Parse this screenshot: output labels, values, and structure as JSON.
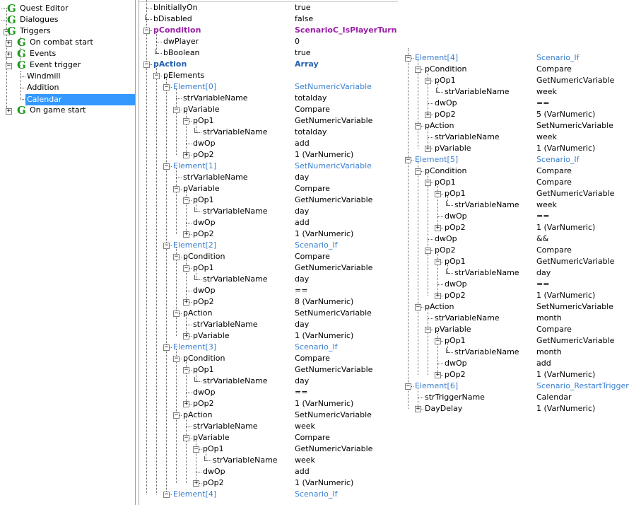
{
  "left_tree": {
    "quest_editor": "Quest Editor",
    "dialogues": "Dialogues",
    "triggers": "Triggers",
    "on_combat_start": "On combat start",
    "events": "Events",
    "event_trigger": "Event trigger",
    "windmill": "Windmill",
    "addition": "Addition",
    "calendar": "Calendar",
    "on_game_start": "On game start"
  },
  "icons": {
    "tree_node": "green-g-icon",
    "expand": "plus-box-icon",
    "collapse": "minus-box-icon"
  },
  "colors": {
    "selection": "#3399ff",
    "element_blue": "#3a7fd0",
    "purple": "#9a1ea6",
    "green": "#1a9a1a"
  },
  "mid_tree": [
    [
      "bInitiallyOn",
      "true"
    ],
    [
      "bDisabled",
      "false"
    ],
    [
      "pCondition",
      "ScenarioC_IsPlayerTurn"
    ],
    [
      "dwPlayer",
      "0"
    ],
    [
      "bBoolean",
      "true"
    ],
    [
      "pAction",
      "Array"
    ],
    [
      "pElements",
      ""
    ],
    [
      "Element[0]",
      "SetNumericVariable"
    ],
    [
      "strVariableName",
      "totalday"
    ],
    [
      "pVariable",
      "Compare"
    ],
    [
      "pOp1",
      "GetNumericVariable"
    ],
    [
      "strVariableName",
      "totalday"
    ],
    [
      "dwOp",
      "add"
    ],
    [
      "pOp2",
      "1 (VarNumeric)"
    ],
    [
      "Element[1]",
      "SetNumericVariable"
    ],
    [
      "strVariableName",
      "day"
    ],
    [
      "pVariable",
      "Compare"
    ],
    [
      "pOp1",
      "GetNumericVariable"
    ],
    [
      "strVariableName",
      "day"
    ],
    [
      "dwOp",
      "add"
    ],
    [
      "pOp2",
      "1 (VarNumeric)"
    ],
    [
      "Element[2]",
      "Scenario_If"
    ],
    [
      "pCondition",
      "Compare"
    ],
    [
      "pOp1",
      "GetNumericVariable"
    ],
    [
      "strVariableName",
      "day"
    ],
    [
      "dwOp",
      "=="
    ],
    [
      "pOp2",
      "8 (VarNumeric)"
    ],
    [
      "pAction",
      "SetNumericVariable"
    ],
    [
      "strVariableName",
      "day"
    ],
    [
      "pVariable",
      "1 (VarNumeric)"
    ],
    [
      "Element[3]",
      "Scenario_If"
    ],
    [
      "pCondition",
      "Compare"
    ],
    [
      "pOp1",
      "GetNumericVariable"
    ],
    [
      "strVariableName",
      "day"
    ],
    [
      "dwOp",
      "=="
    ],
    [
      "pOp2",
      "1 (VarNumeric)"
    ],
    [
      "pAction",
      "SetNumericVariable"
    ],
    [
      "strVariableName",
      "week"
    ],
    [
      "pVariable",
      "Compare"
    ],
    [
      "pOp1",
      "GetNumericVariable"
    ],
    [
      "strVariableName",
      "week"
    ],
    [
      "dwOp",
      "add"
    ],
    [
      "pOp2",
      "1 (VarNumeric)"
    ],
    [
      "Element[4]",
      "Scenario_If"
    ]
  ],
  "right_tree": [
    [
      "Element[4]",
      "Scenario_If"
    ],
    [
      "pCondition",
      "Compare"
    ],
    [
      "pOp1",
      "GetNumericVariable"
    ],
    [
      "strVariableName",
      "week"
    ],
    [
      "dwOp",
      "=="
    ],
    [
      "pOp2",
      "5 (VarNumeric)"
    ],
    [
      "pAction",
      "SetNumericVariable"
    ],
    [
      "strVariableName",
      "week"
    ],
    [
      "pVariable",
      "1 (VarNumeric)"
    ],
    [
      "Element[5]",
      "Scenario_If"
    ],
    [
      "pCondition",
      "Compare"
    ],
    [
      "pOp1",
      "Compare"
    ],
    [
      "pOp1",
      "GetNumericVariable"
    ],
    [
      "strVariableName",
      "week"
    ],
    [
      "dwOp",
      "=="
    ],
    [
      "pOp2",
      "1 (VarNumeric)"
    ],
    [
      "dwOp",
      "&&"
    ],
    [
      "pOp2",
      "Compare"
    ],
    [
      "pOp1",
      "GetNumericVariable"
    ],
    [
      "strVariableName",
      "day"
    ],
    [
      "dwOp",
      "=="
    ],
    [
      "pOp2",
      "1 (VarNumeric)"
    ],
    [
      "pAction",
      "SetNumericVariable"
    ],
    [
      "strVariableName",
      "month"
    ],
    [
      "pVariable",
      "Compare"
    ],
    [
      "pOp1",
      "GetNumericVariable"
    ],
    [
      "strVariableName",
      "month"
    ],
    [
      "dwOp",
      "add"
    ],
    [
      "pOp2",
      "1 (VarNumeric)"
    ],
    [
      "Element[6]",
      "Scenario_RestartTrigger"
    ],
    [
      "strTriggerName",
      "Calendar"
    ],
    [
      "DayDelay",
      "1 (VarNumeric)"
    ]
  ]
}
